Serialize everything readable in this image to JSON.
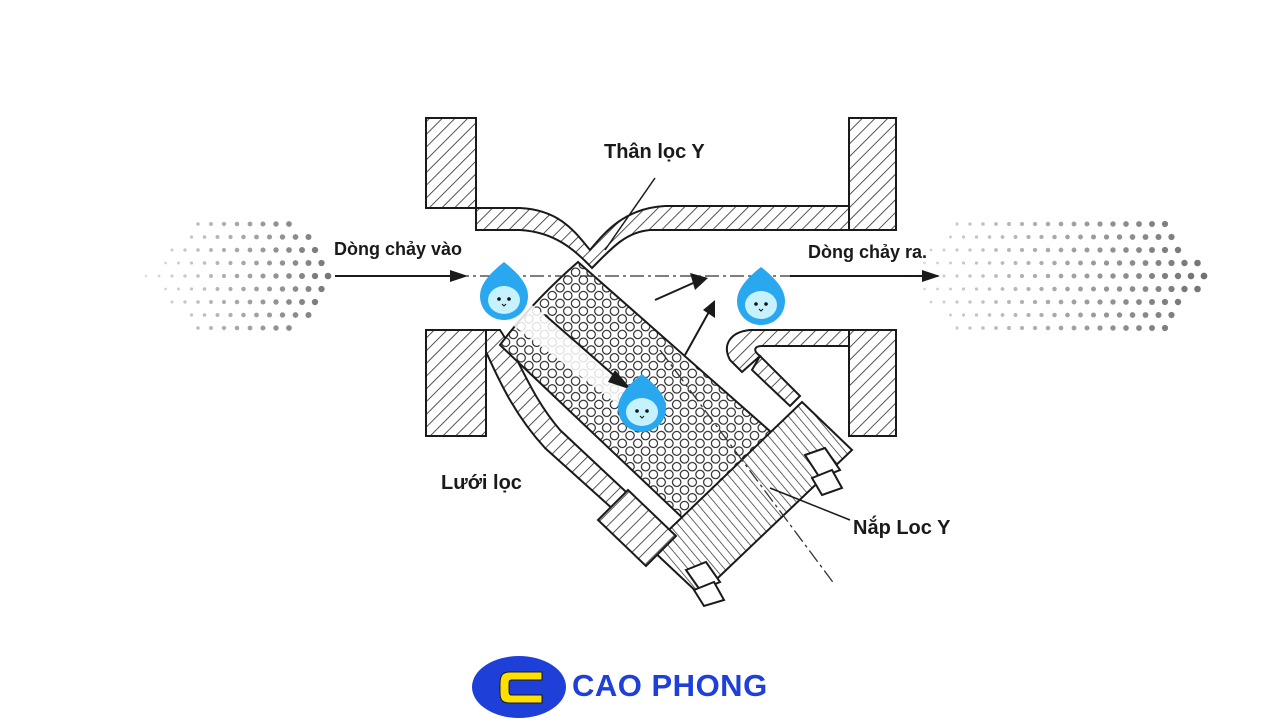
{
  "labels": {
    "filter_body": "Thân lọc Y",
    "flow_in": "Dòng chảy vào",
    "flow_out": "Dòng chảy ra.",
    "screen": "Lưới lọc",
    "cap": "Nắp Loc Y"
  },
  "brand": {
    "name": "CAO PHONG",
    "logo_letter": "C"
  },
  "icons": {
    "water_drop": "water-drop-mascot-icon",
    "flow_arrow": "arrow-right-icon"
  },
  "colors": {
    "line": "#1a1a1a",
    "hatch": "#2a2a2a",
    "drop_fill": "#29a8f0",
    "drop_face": "#c6f1ff",
    "brand_blue": "#1e3fd8",
    "brand_yellow": "#ffe000",
    "dots": "#6a6a6a"
  }
}
